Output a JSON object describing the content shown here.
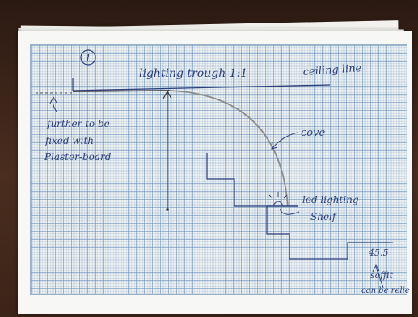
{
  "sketch": {
    "page_number": "1",
    "title": "lighting trough 1:1",
    "ceiling_label": "ceiling line",
    "note_line1": "further to be",
    "note_line2": "fixed with",
    "note_line3": "Plaster-board",
    "cove_label": "cove",
    "led_label_line1": "led lighting",
    "led_label_line2": "Shelf",
    "dimension": "45.5",
    "soffit_line1": "soffit",
    "soffit_line2": "can be relie"
  },
  "colors": {
    "ink": "#2c3f7a",
    "pencil": "#8c8c8c",
    "graph_grid": "#6e96be"
  }
}
